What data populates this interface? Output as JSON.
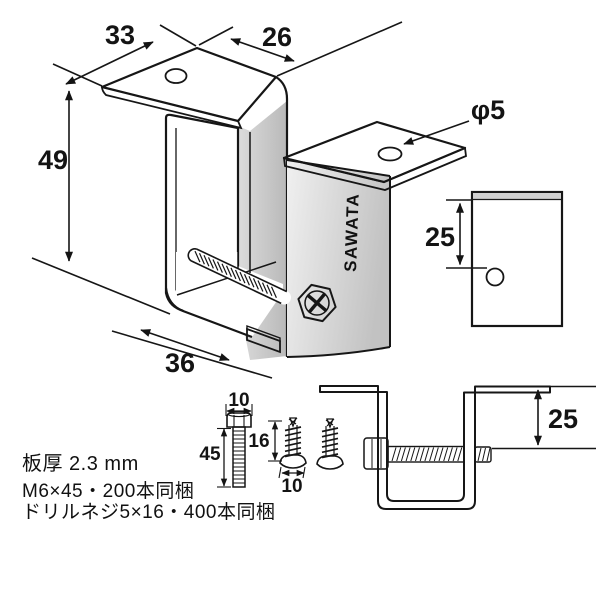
{
  "diagram": {
    "brand": "SAWATA",
    "main_view": {
      "dims": {
        "top_depth": "33",
        "top_width": "26",
        "height": "49",
        "bottom_width": "36",
        "hole_label": "φ5"
      }
    },
    "side_view": {
      "hole_offset": "25"
    },
    "profile_view": {
      "hole_offset": "25"
    },
    "bolt": {
      "head_width": "10",
      "length": "45"
    },
    "screw": {
      "length": "16",
      "head_width": "10"
    },
    "notes": [
      "板厚 2.3 mm",
      "M6×45・200本同梱",
      "ドリルネジ5×16・400本同梱"
    ]
  }
}
